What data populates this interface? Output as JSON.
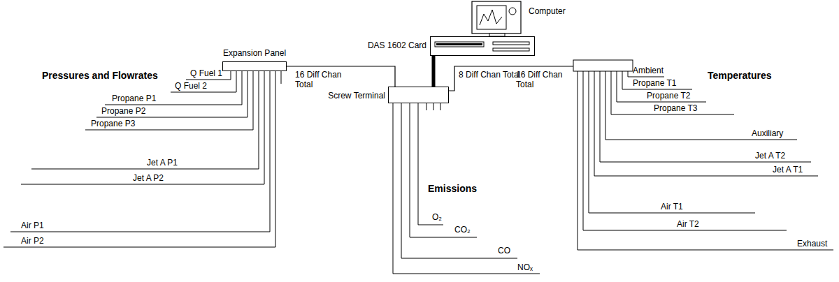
{
  "diagram": {
    "nodes": [
      {
        "text": [
          "Computer",
          "DAS 1602 Card"
        ]
      },
      {
        "text": [
          "Expansion Panel"
        ]
      },
      {
        "text": [
          "Screw Terminal"
        ]
      }
    ],
    "edges": [
      {
        "from": 0,
        "to": 2,
        "arrow": "none"
      },
      {
        "from": 2,
        "to": 1,
        "arrow": "none",
        "label": "16 Diff Chan Total"
      }
    ],
    "labels": [
      "Pressures and Flowrates",
      "Temperatures",
      "Emissions",
      "16 Diff Chan Total",
      "8 Diff Chan Total",
      "Q Fuel 1",
      "Q Fuel 2",
      "Propane P1",
      "Propane P2",
      "Propane P3",
      "Jet A P1",
      "Jet A P2",
      "Air P1",
      "Air P2",
      "Ambient",
      "Propane T1",
      "Propane T2",
      "Propane T3",
      "Auxiliary",
      "Jet A T2",
      "Jet A T1",
      "Air T1",
      "Air T2",
      "Exhaust",
      "O₂",
      "CO₂",
      "CO",
      "NOₓ"
    ]
  }
}
